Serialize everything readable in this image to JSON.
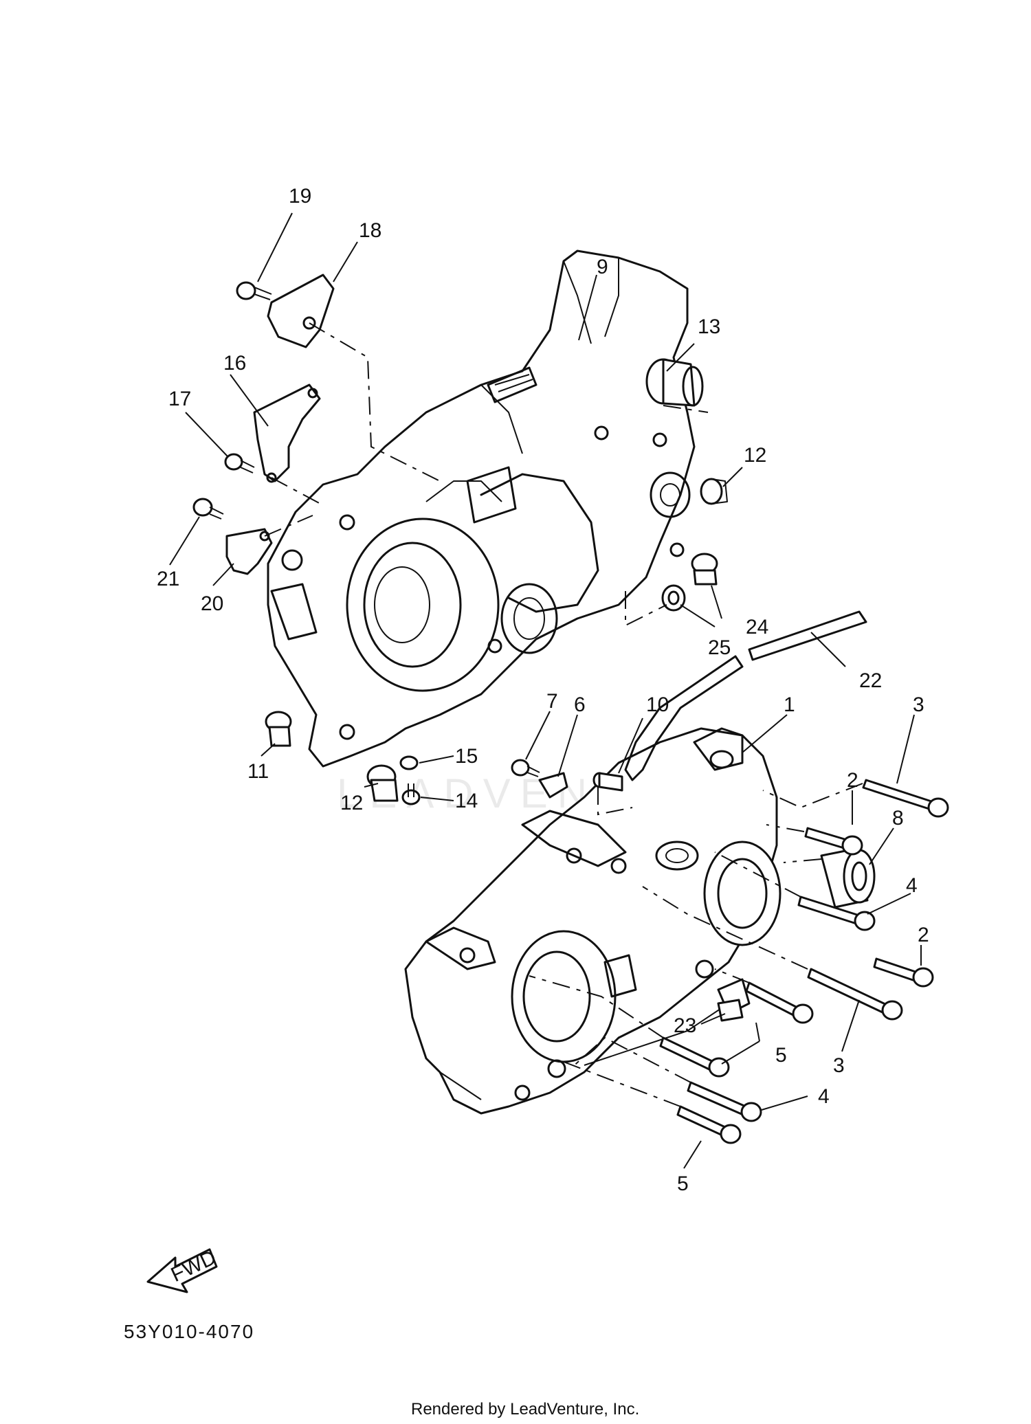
{
  "diagram": {
    "part_code": "53Y010-4070",
    "direction_label": "FWD",
    "watermark": "LEADVENTURE",
    "rendered_by": "Rendered by LeadVenture, Inc."
  },
  "callouts": [
    {
      "id": "c1",
      "label": "1"
    },
    {
      "id": "c2a",
      "label": "2"
    },
    {
      "id": "c2b",
      "label": "2"
    },
    {
      "id": "c3a",
      "label": "3"
    },
    {
      "id": "c3b",
      "label": "3"
    },
    {
      "id": "c4a",
      "label": "4"
    },
    {
      "id": "c4b",
      "label": "4"
    },
    {
      "id": "c5a",
      "label": "5"
    },
    {
      "id": "c5b",
      "label": "5"
    },
    {
      "id": "c6",
      "label": "6"
    },
    {
      "id": "c7",
      "label": "7"
    },
    {
      "id": "c8",
      "label": "8"
    },
    {
      "id": "c9",
      "label": "9"
    },
    {
      "id": "c10",
      "label": "10"
    },
    {
      "id": "c11",
      "label": "11"
    },
    {
      "id": "c12a",
      "label": "12"
    },
    {
      "id": "c12b",
      "label": "12"
    },
    {
      "id": "c13",
      "label": "13"
    },
    {
      "id": "c14",
      "label": "14"
    },
    {
      "id": "c15",
      "label": "15"
    },
    {
      "id": "c16",
      "label": "16"
    },
    {
      "id": "c17",
      "label": "17"
    },
    {
      "id": "c18",
      "label": "18"
    },
    {
      "id": "c19",
      "label": "19"
    },
    {
      "id": "c20",
      "label": "20"
    },
    {
      "id": "c21",
      "label": "21"
    },
    {
      "id": "c22",
      "label": "22"
    },
    {
      "id": "c23",
      "label": "23"
    },
    {
      "id": "c24",
      "label": "24"
    },
    {
      "id": "c25",
      "label": "25"
    }
  ]
}
